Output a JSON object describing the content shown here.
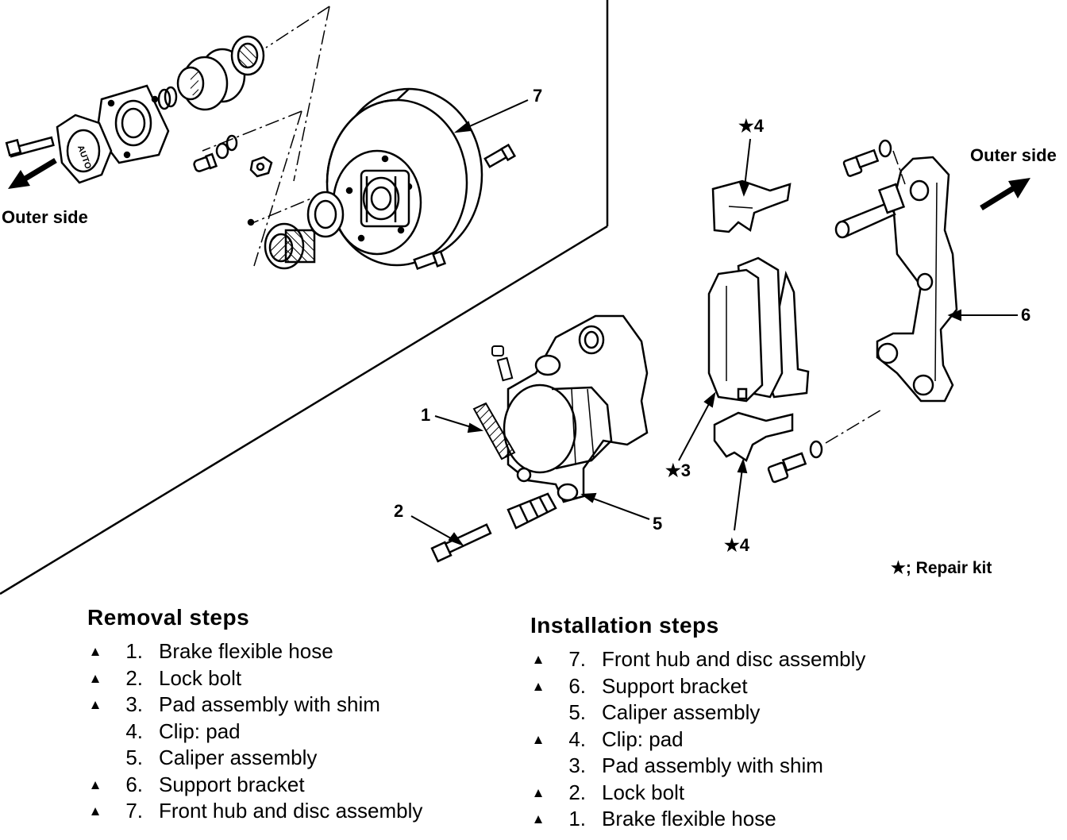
{
  "diagram": {
    "labels": {
      "outer_side_left": "Outer side",
      "outer_side_right": "Outer side",
      "part_7": "7",
      "part_4_top": "★4",
      "part_4_bottom": "★4",
      "part_3": "★3",
      "part_6": "6",
      "part_1": "1",
      "part_2": "2",
      "part_5": "5",
      "repair_kit_note": "★; Repair kit",
      "hub_cap_text": "AUTO"
    }
  },
  "removal": {
    "title": "Removal steps",
    "steps": [
      {
        "mark": "▲",
        "num": "1.",
        "text": "Brake flexible hose"
      },
      {
        "mark": "▲",
        "num": "2.",
        "text": "Lock bolt"
      },
      {
        "mark": "▲",
        "num": "3.",
        "text": "Pad assembly with shim"
      },
      {
        "mark": "",
        "num": "4.",
        "text": "Clip: pad"
      },
      {
        "mark": "",
        "num": "5.",
        "text": "Caliper assembly"
      },
      {
        "mark": "▲",
        "num": "6.",
        "text": "Support bracket"
      },
      {
        "mark": "▲",
        "num": "7.",
        "text": "Front hub and disc assembly"
      }
    ]
  },
  "installation": {
    "title": "Installation steps",
    "steps": [
      {
        "mark": "▲",
        "num": "7.",
        "text": "Front hub and disc assembly"
      },
      {
        "mark": "▲",
        "num": "6.",
        "text": "Support bracket"
      },
      {
        "mark": "",
        "num": "5.",
        "text": "Caliper assembly"
      },
      {
        "mark": "▲",
        "num": "4.",
        "text": "Clip: pad"
      },
      {
        "mark": "",
        "num": "3.",
        "text": "Pad assembly with shim"
      },
      {
        "mark": "▲",
        "num": "2.",
        "text": "Lock bolt"
      },
      {
        "mark": "▲",
        "num": "1.",
        "text": "Brake flexible hose"
      }
    ]
  }
}
